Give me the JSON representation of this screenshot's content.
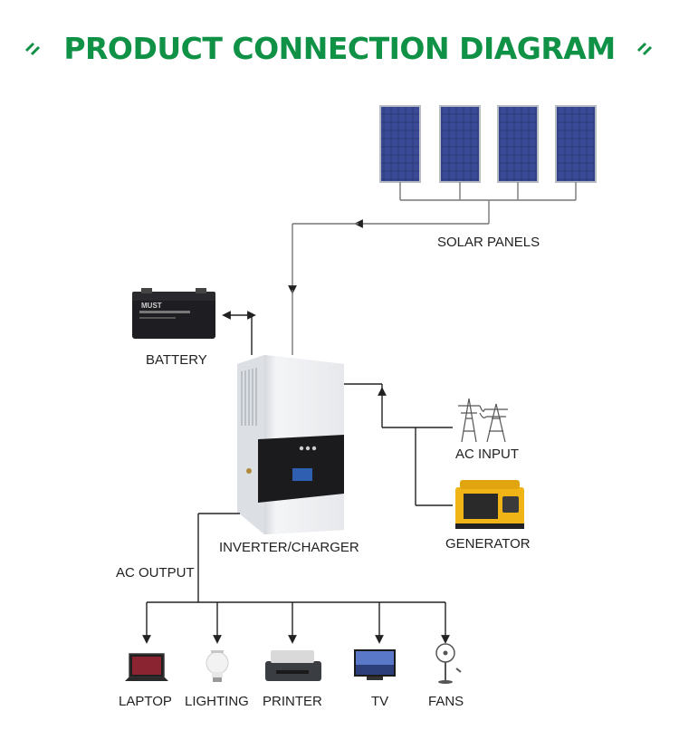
{
  "title": "PRODUCT CONNECTION DIAGRAM",
  "accent_color": "#0f9146",
  "labels": {
    "solar_panels": "SOLAR PANELS",
    "battery": "BATTERY",
    "inverter": "INVERTER/CHARGER",
    "ac_input": "AC INPUT",
    "generator": "GENERATOR",
    "ac_output": "AC OUTPUT",
    "laptop": "LAPTOP",
    "lighting": "LIGHTING",
    "printer": "PRINTER",
    "tv": "TV",
    "fans": "FANS"
  },
  "battery_brand": "MUST",
  "icons": [
    "solar-panel-icon",
    "battery-icon",
    "inverter-icon",
    "power-tower-icon",
    "generator-icon",
    "laptop-icon",
    "light-bulb-icon",
    "printer-icon",
    "tv-icon",
    "fan-icon"
  ]
}
